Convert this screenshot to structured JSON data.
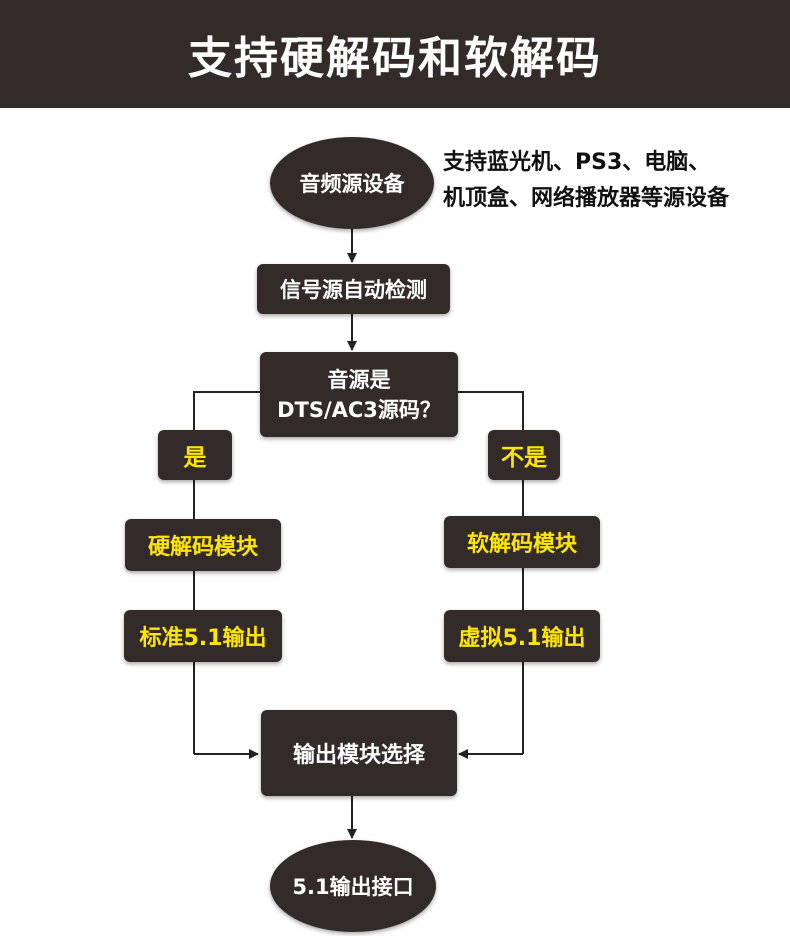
{
  "title": "支持硬解码和软解码",
  "note": {
    "line1": "支持蓝光机、PS3、电脑、",
    "line2": "机顶盒、网络播放器等源设备"
  },
  "nodes": {
    "source_device": "音频源设备",
    "auto_detect": "信号源自动检测",
    "decision_line1": "音源是",
    "decision_line2": "DTS/AC3源码？",
    "yes": "是",
    "no": "不是",
    "hard_decode": "硬解码模块",
    "soft_decode": "软解码模块",
    "standard_output": "标准5.1输出",
    "virtual_output": "虚拟5.1输出",
    "output_select": "输出模块选择",
    "output_interface": "5.1输出接口"
  },
  "colors": {
    "box": "#332b29",
    "text_white": "#ffffff",
    "text_yellow": "#ffe600",
    "line": "#222222"
  }
}
